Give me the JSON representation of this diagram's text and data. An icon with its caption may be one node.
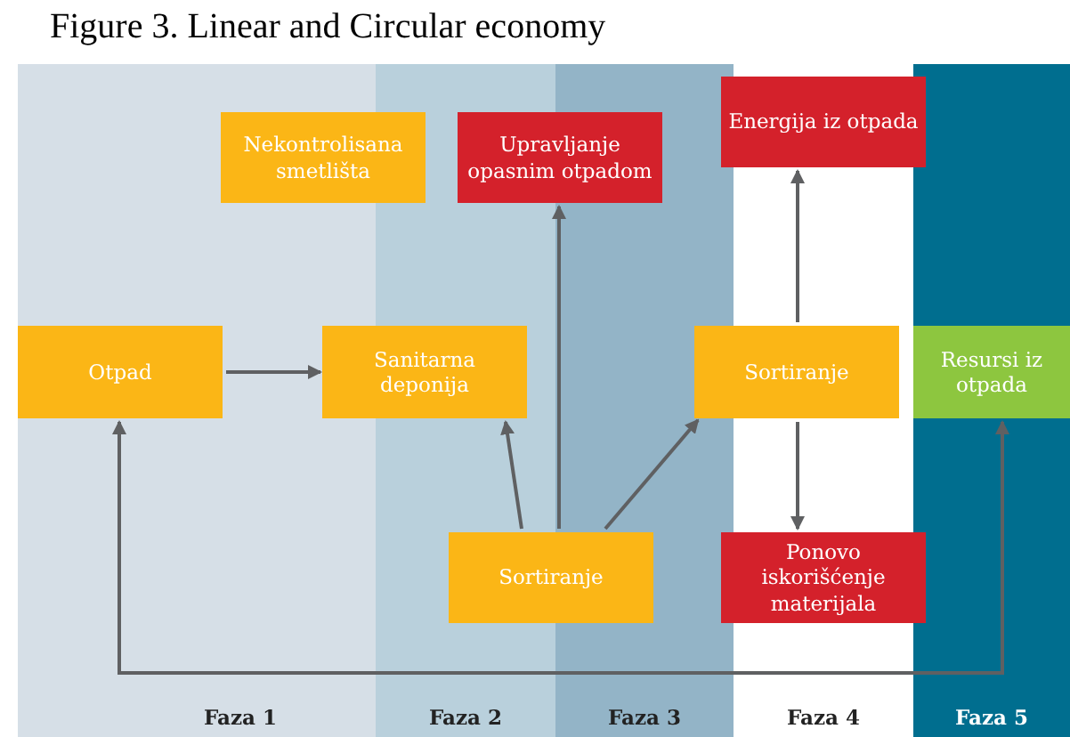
{
  "diagram": {
    "title": "Figure 3. Linear and Circular economy",
    "nodes": [
      {
        "text": [
          "Otpad"
        ]
      },
      {
        "text": [
          "Nekontrolisana smetlišta"
        ]
      },
      {
        "text": [
          "Sanitarna deponija"
        ]
      },
      {
        "text": [
          "Upravljanje opasnim otpadom"
        ]
      },
      {
        "text": [
          "Energija iz otpada"
        ]
      },
      {
        "text": [
          "Sortiranje"
        ]
      },
      {
        "text": [
          "Resursi iz otpada"
        ]
      },
      {
        "text": [
          "Sortiranje"
        ]
      },
      {
        "text": [
          "Ponovo iskorišćenje materijala"
        ]
      }
    ],
    "edges": [
      {
        "from": 0,
        "to": 2,
        "arrow": "to"
      },
      {
        "from": 7,
        "to": 2,
        "arrow": "to"
      },
      {
        "from": 7,
        "to": 3,
        "arrow": "to"
      },
      {
        "from": 7,
        "to": 5,
        "arrow": "to"
      },
      {
        "from": 5,
        "to": 4,
        "arrow": "to"
      },
      {
        "from": 5,
        "to": 8,
        "arrow": "to"
      },
      {
        "from": 0,
        "to": 6,
        "arrow": "both"
      }
    ],
    "labels": [
      "Faza 1",
      "Faza 2",
      "Faza 3",
      "Faza 4",
      "Faza 5"
    ]
  }
}
